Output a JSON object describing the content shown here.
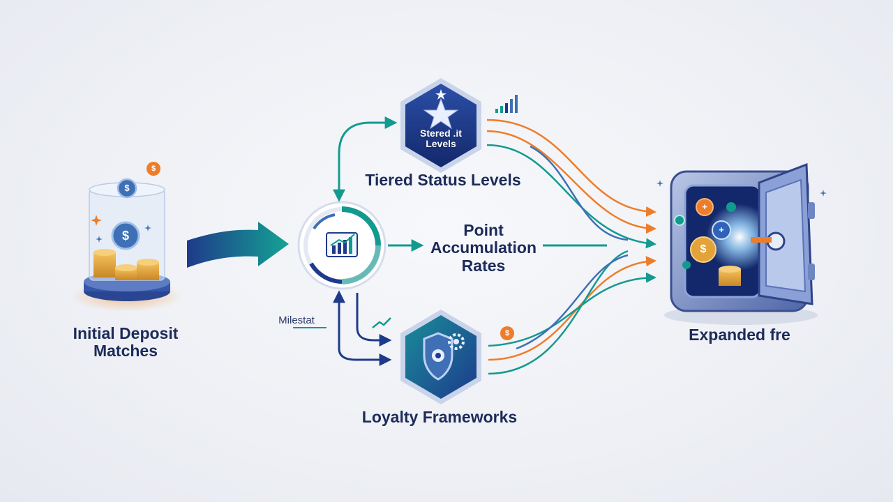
{
  "nodes": {
    "deposit": {
      "label_line1": "Initial Deposit",
      "label_line2": "Matches"
    },
    "tiered": {
      "badge_line1": "Stered .it",
      "badge_line2": "Levels",
      "label": "Tiered Status Levels"
    },
    "points": {
      "label_line1": "Point",
      "label_line2": "Accumulation",
      "label_line3": "Rates"
    },
    "loyalty": {
      "label": "Loyalty Frameworks"
    },
    "vault": {
      "label": "Expanded fre"
    },
    "milestone": {
      "label": "Milestat"
    }
  },
  "coin_symbol": "$",
  "plus_symbol": "+",
  "colors": {
    "navy": "#1f3a8a",
    "teal": "#129a8f",
    "orange": "#ee7d2a",
    "blue": "#3f6fb5",
    "gold": "#e3a23a"
  }
}
